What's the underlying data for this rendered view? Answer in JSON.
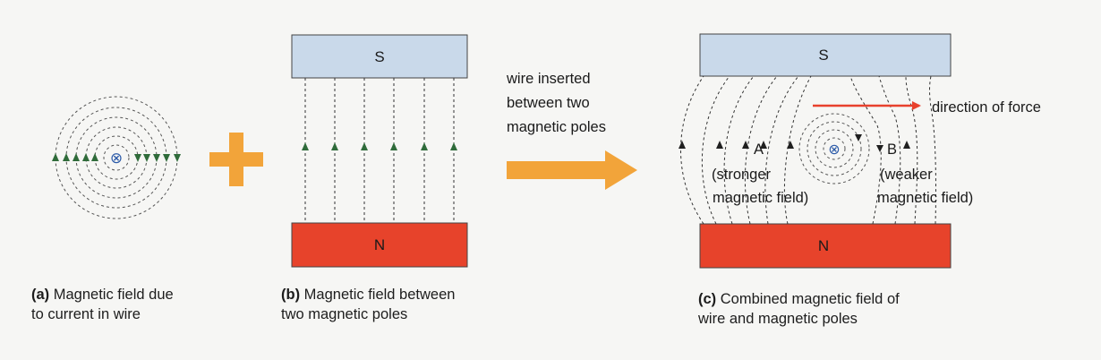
{
  "panel_a": {
    "tag": "(a)",
    "caption_line1": "Magnetic field due",
    "caption_line2": "to current in wire",
    "wire_symbol": "⊗"
  },
  "plus_sign": {
    "color": "#f2a43a"
  },
  "panel_b": {
    "south_label": "S",
    "north_label": "N",
    "tag": "(b)",
    "caption_line1": "Magnetic field between",
    "caption_line2": "two magnetic poles"
  },
  "transition": {
    "line1": "wire inserted",
    "line2": "between two",
    "line3": "magnetic poles"
  },
  "panel_c": {
    "south_label": "S",
    "north_label": "N",
    "force_label": "direction of force",
    "point_a": "A",
    "point_b": "B",
    "stronger_line1": "(stronger",
    "stronger_line2": "magnetic field)",
    "weaker_line1": "(weaker",
    "weaker_line2": "magnetic field)",
    "wire_symbol": "⊗",
    "tag": "(c)",
    "caption_line1": "Combined magnetic field of",
    "caption_line2": "wire and magnetic poles"
  },
  "colors": {
    "south_pole": "#c9d9ea",
    "north_pole": "#e7432b",
    "arrow": "#f2a43a",
    "field_arrow": "#2f6b3a",
    "force_arrow": "#e8412d"
  }
}
